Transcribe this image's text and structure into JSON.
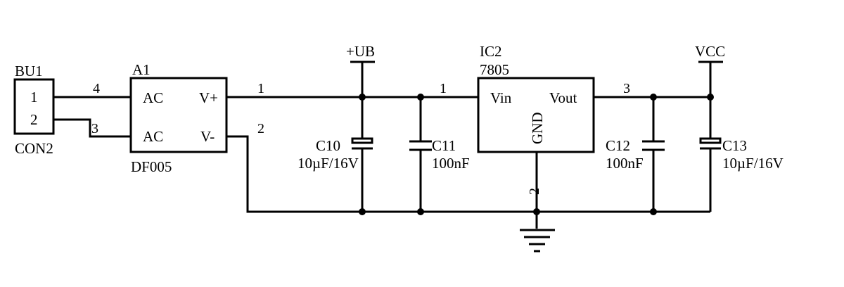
{
  "connector": {
    "ref": "BU1",
    "value": "CON2",
    "pin1": "1",
    "pin2": "2"
  },
  "rectifier": {
    "ref": "A1",
    "value": "DF005",
    "ac1": "AC",
    "ac2": "AC",
    "vplus": "V+",
    "vminus": "V-",
    "pin_ac1": "4",
    "pin_ac2": "3",
    "pin_vplus": "1",
    "pin_vminus": "2"
  },
  "regulator": {
    "ref": "IC2",
    "value": "7805",
    "vin": "Vin",
    "vout": "Vout",
    "gnd": "GND",
    "pin_vin": "1",
    "pin_vout": "3",
    "pin_gnd": "2"
  },
  "nets": {
    "input_rail": "+UB",
    "output_rail": "VCC"
  },
  "capacitors": [
    {
      "ref": "C10",
      "value": "10µF/16V"
    },
    {
      "ref": "C11",
      "value": "100nF"
    },
    {
      "ref": "C12",
      "value": "100nF"
    },
    {
      "ref": "C13",
      "value": "10µF/16V"
    }
  ]
}
